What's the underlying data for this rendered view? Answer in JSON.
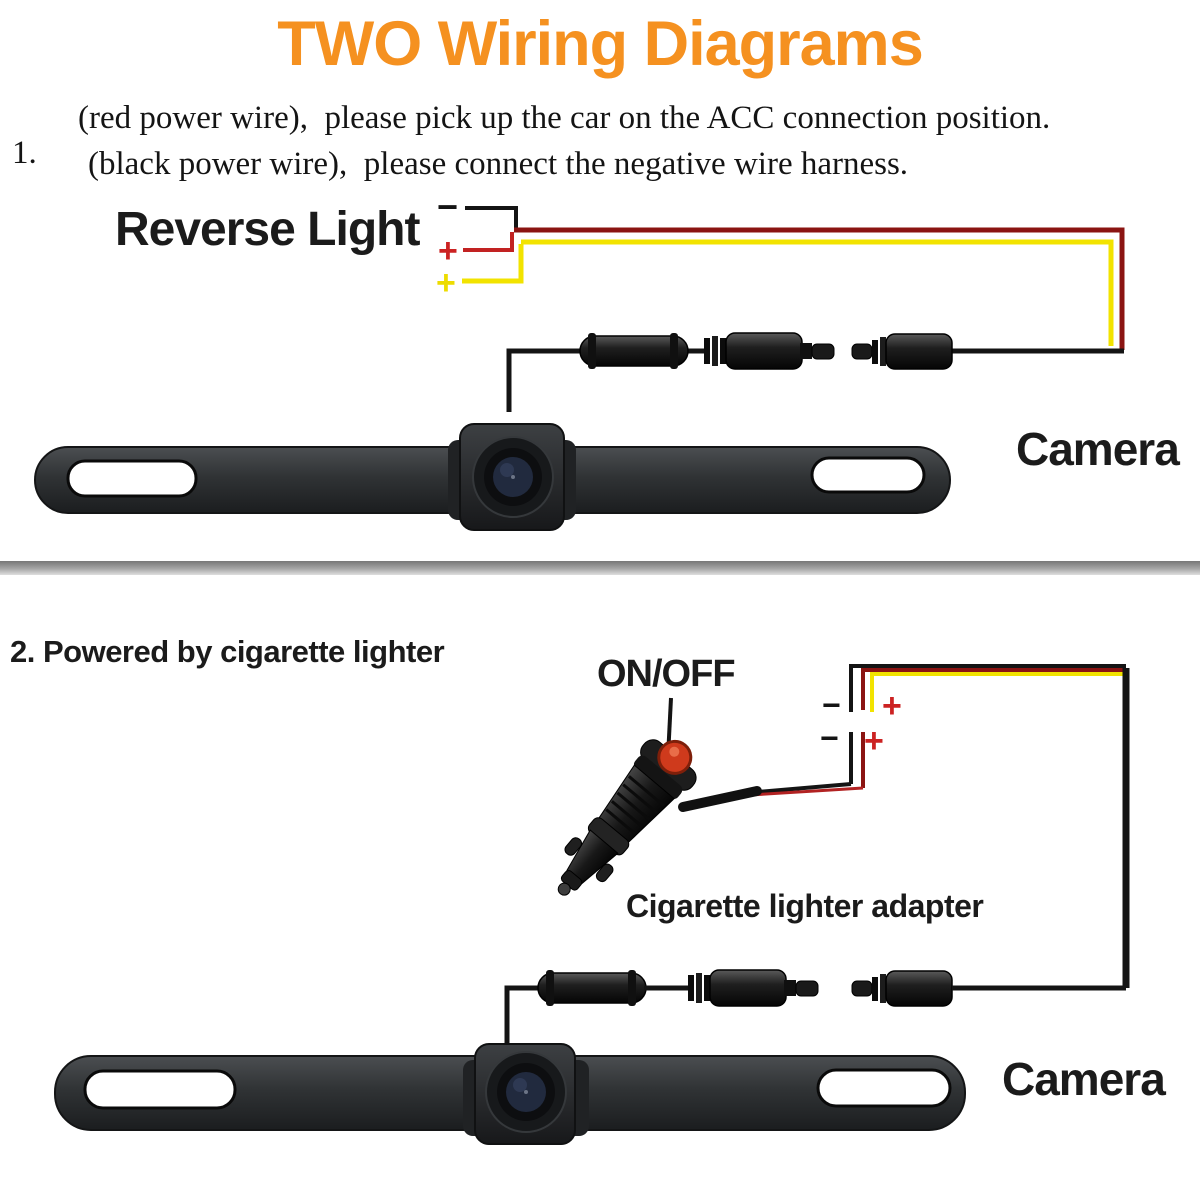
{
  "title": "TWO Wiring Diagrams",
  "colors": {
    "title_orange": "#F59120",
    "dark_red_wire": "#8B1412",
    "bright_red": "#CC2222",
    "yellow_wire": "#F2E300",
    "wire_black": "#141414",
    "divider_gray": "#A6A6A6"
  },
  "section1": {
    "list_number": "1.",
    "instructions": [
      "(red power wire),  please pick up the car on the ACC connection position.",
      "(black power wire),  please connect the negative wire harness."
    ],
    "reverse_light_label": "Reverse Light",
    "camera_label": "Camera",
    "terminals": {
      "negative_mark": "−",
      "positive_mark": "+"
    }
  },
  "section2": {
    "heading": "2. Powered by cigarette lighter",
    "on_off_label": "ON/OFF",
    "adapter_label": "Cigarette lighter adapter",
    "camera_label": "Camera",
    "terminals": {
      "negative_mark": "−",
      "positive_mark": "+"
    }
  }
}
